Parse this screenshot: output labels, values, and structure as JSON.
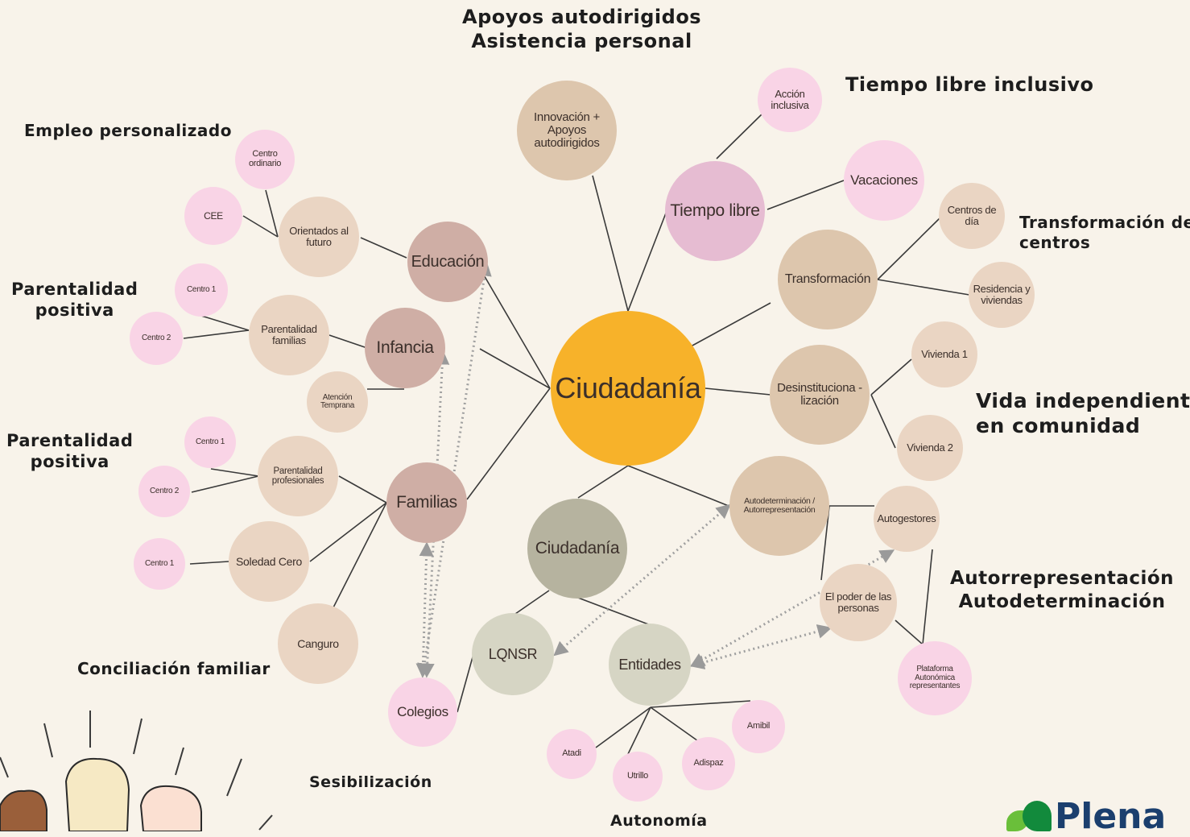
{
  "center": "Ciudadanía",
  "nodes": [
    {
      "id": "ciudadania",
      "label": "Ciudadanía",
      "color": "#f7b22a"
    },
    {
      "id": "innovacion",
      "label": "Innovación + Apoyos autodirigidos",
      "color": "#ddc6ad"
    },
    {
      "id": "tiempolibre",
      "label": "Tiempo libre",
      "color": "#e6bcd2"
    },
    {
      "id": "accion",
      "label": "Acción inclusiva",
      "color": "#f9d4e6"
    },
    {
      "id": "vacaciones",
      "label": "Vacaciones",
      "color": "#f9d4e6"
    },
    {
      "id": "transformacion",
      "label": "Transformación",
      "color": "#ddc6ad"
    },
    {
      "id": "centrosdia",
      "label": "Centros de día",
      "color": "#ead5c3"
    },
    {
      "id": "residencia",
      "label": "Residencia y viviendas",
      "color": "#ead5c3"
    },
    {
      "id": "desinst",
      "label": "Desinstituciona -lización",
      "color": "#ddc6ad"
    },
    {
      "id": "vivienda1",
      "label": "Vivienda 1",
      "color": "#ead5c3"
    },
    {
      "id": "vivienda2",
      "label": "Vivienda 2",
      "color": "#ead5c3"
    },
    {
      "id": "autodeterm",
      "label": "Autodeterminación / Autorrepresentación",
      "color": "#ddc6ad"
    },
    {
      "id": "autogestores",
      "label": "Autogestores",
      "color": "#ead5c3"
    },
    {
      "id": "poder",
      "label": "El poder de las personas",
      "color": "#ead5c3"
    },
    {
      "id": "plataforma",
      "label": "Plataforma Autonómica representantes",
      "color": "#f9d4e6"
    },
    {
      "id": "ciudadania2",
      "label": "Ciudadanía",
      "color": "#b6b39f"
    },
    {
      "id": "lqnsr",
      "label": "LQNSR",
      "color": "#d6d5c4"
    },
    {
      "id": "entidades",
      "label": "Entidades",
      "color": "#d6d5c4"
    },
    {
      "id": "amibil",
      "label": "Amibil",
      "color": "#f9d4e6"
    },
    {
      "id": "adispaz",
      "label": "Adispaz",
      "color": "#f9d4e6"
    },
    {
      "id": "utrillo",
      "label": "Utrillo",
      "color": "#f9d4e6"
    },
    {
      "id": "atadi",
      "label": "Atadi",
      "color": "#f9d4e6"
    },
    {
      "id": "colegios",
      "label": "Colegios",
      "color": "#f9d4e6"
    },
    {
      "id": "educacion",
      "label": "Educación",
      "color": "#cfaea5"
    },
    {
      "id": "orientados",
      "label": "Orientados al futuro",
      "color": "#ead5c3"
    },
    {
      "id": "centroordinario",
      "label": "Centro ordinario",
      "color": "#f9d4e6"
    },
    {
      "id": "cee",
      "label": "CEE",
      "color": "#f9d4e6"
    },
    {
      "id": "infancia",
      "label": "Infancia",
      "color": "#cfaea5"
    },
    {
      "id": "parentfam",
      "label": "Parentalidad familias",
      "color": "#ead5c3"
    },
    {
      "id": "centro1a",
      "label": "Centro 1",
      "color": "#f9d4e6"
    },
    {
      "id": "centro2a",
      "label": "Centro 2",
      "color": "#f9d4e6"
    },
    {
      "id": "atencion",
      "label": "Atención Temprana",
      "color": "#ead5c3"
    },
    {
      "id": "familias",
      "label": "Familias",
      "color": "#cfaea5"
    },
    {
      "id": "parentprof",
      "label": "Parentalidad profesionales",
      "color": "#ead5c3"
    },
    {
      "id": "centro1b",
      "label": "Centro 1",
      "color": "#f9d4e6"
    },
    {
      "id": "centro2b",
      "label": "Centro 2",
      "color": "#f9d4e6"
    },
    {
      "id": "soledad",
      "label": "Soledad Cero",
      "color": "#ead5c3"
    },
    {
      "id": "centro1c",
      "label": "Centro 1",
      "color": "#f9d4e6"
    },
    {
      "id": "canguro",
      "label": "Canguro",
      "color": "#ead5c3"
    }
  ],
  "headings": [
    {
      "id": "apoyos",
      "lines": [
        "Apoyos autodirigidos",
        "Asistencia personal"
      ]
    },
    {
      "id": "tiempo",
      "lines": [
        "Tiempo libre inclusivo"
      ]
    },
    {
      "id": "empleo",
      "lines": [
        "Empleo personalizado"
      ]
    },
    {
      "id": "transf",
      "lines": [
        "Transformación de",
        "centros"
      ]
    },
    {
      "id": "parent1",
      "lines": [
        "Parentalidad",
        "positiva"
      ]
    },
    {
      "id": "vida",
      "lines": [
        "Vida independiente",
        "en comunidad"
      ]
    },
    {
      "id": "parent2",
      "lines": [
        "Parentalidad",
        "positiva"
      ]
    },
    {
      "id": "autorrep",
      "lines": [
        "Autorrepresentación",
        "Autodeterminación"
      ]
    },
    {
      "id": "concil",
      "lines": [
        "Conciliación familiar"
      ]
    },
    {
      "id": "sensib",
      "lines": [
        "Sesibilización"
      ]
    },
    {
      "id": "autonomia",
      "lines": [
        "Autonomía"
      ]
    }
  ],
  "logo": {
    "text": "Plena"
  },
  "colors": {
    "background": "#f8f3ea",
    "line": "#3a3a3a",
    "dotted": "#a0a0a0"
  }
}
